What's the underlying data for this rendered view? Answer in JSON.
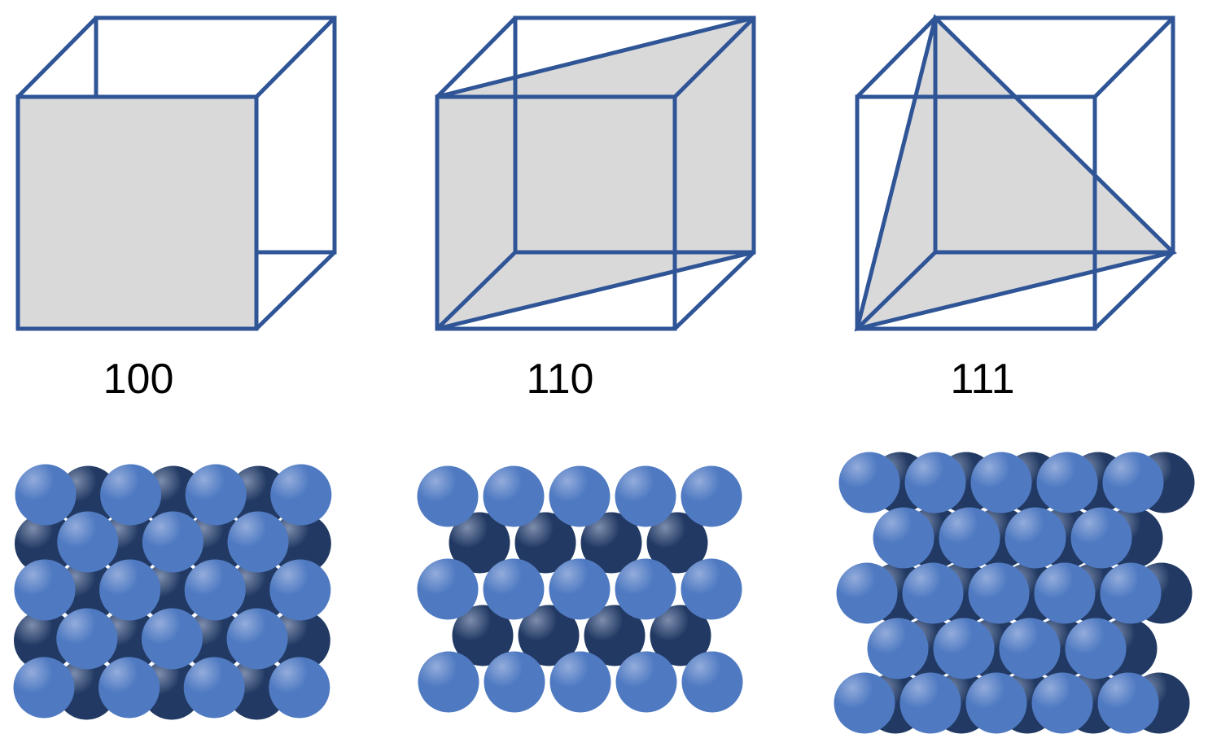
{
  "colors": {
    "edge": "#2F5597",
    "plane_fill": "#D9D9D9",
    "atom_top": "#4F7AC2",
    "atom_top_highlight": "#93ACDB",
    "atom_under": "#223A63",
    "atom_under_highlight": "#7D8DAD"
  },
  "planes": [
    {
      "label": "100",
      "icon": "cube-plane-100-icon"
    },
    {
      "label": "110",
      "icon": "cube-plane-110-icon"
    },
    {
      "label": "111",
      "icon": "cube-plane-111-icon"
    }
  ]
}
